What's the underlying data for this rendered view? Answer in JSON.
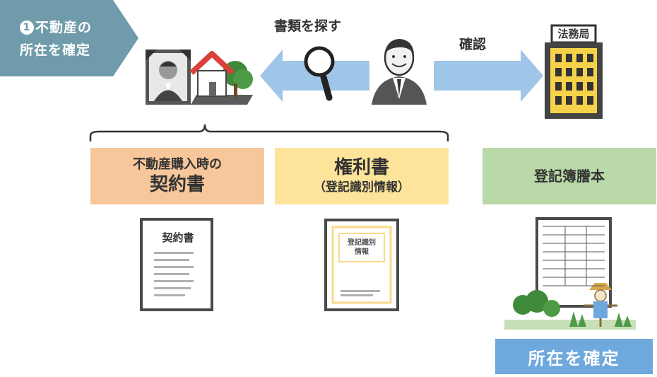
{
  "step": {
    "number": "1",
    "line1": "不動産の",
    "line2": "所在を確定"
  },
  "search": {
    "label": "書類を探す"
  },
  "confirm": {
    "label": "確認"
  },
  "office": {
    "label": "法務局"
  },
  "documents": {
    "contract": {
      "line1": "不動産購入時の",
      "line2": "契約書",
      "doc_label": "契約書"
    },
    "title_deed": {
      "line1": "権利書",
      "line2": "（登記識別情報）",
      "doc_label_line1": "登記識別",
      "doc_label_line2": "情報"
    },
    "registry": {
      "label": "登記簿謄本"
    }
  },
  "result": {
    "label": "所在を確定"
  },
  "colors": {
    "step_tag": "#6f9baa",
    "arrow": "#9fc6e8",
    "contract_box": "#f7c69a",
    "title_box": "#fde49a",
    "registry_box": "#b9d9a8",
    "result_box": "#6ea8dc"
  }
}
